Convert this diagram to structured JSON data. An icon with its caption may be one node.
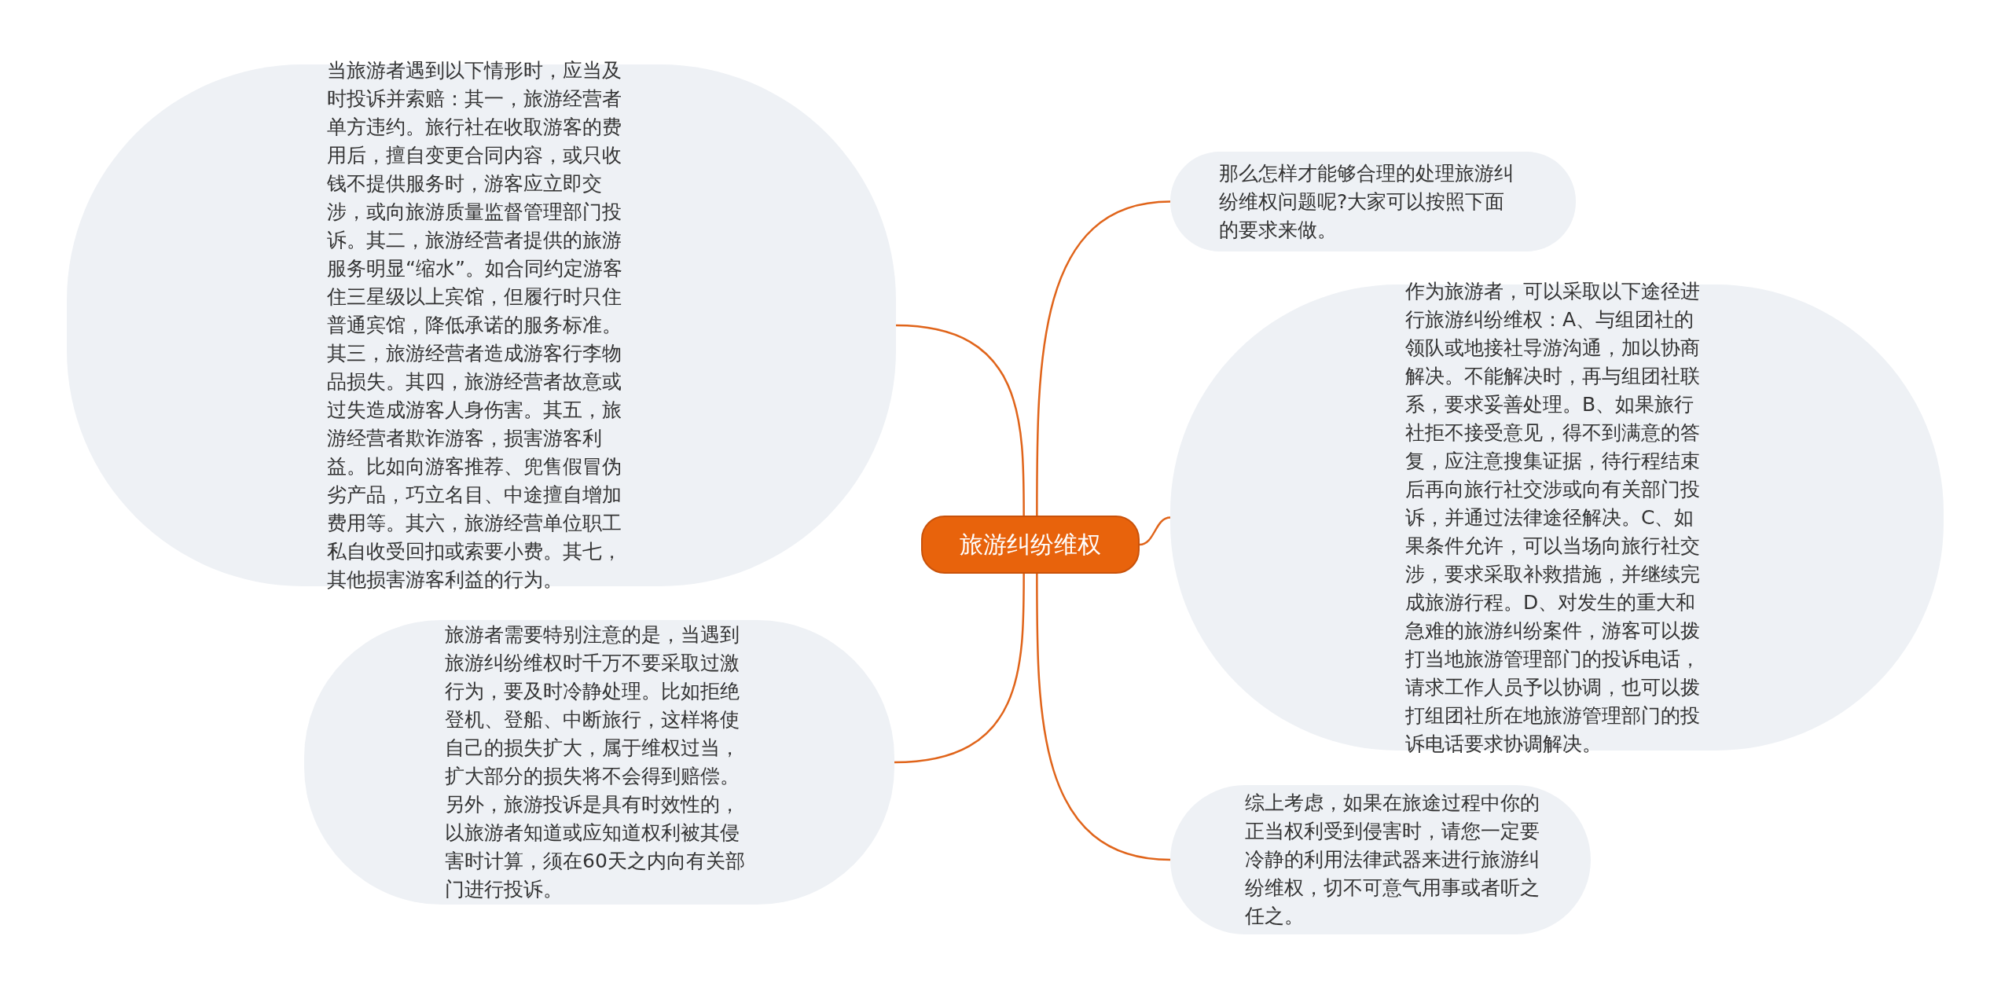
{
  "diagram": {
    "nodes": [
      {
        "text": [
          "旅游纠纷维权"
        ]
      },
      {
        "text": [
          "当旅游者遇到以下情形时，应当及时投诉并索赔：其一，旅游经营者单方违约。旅行社在收取游客的费用后，擅自变更合同内容，或只收钱不提供服务时，游客应立即交涉，或向旅游质量监督管理部门投诉。其二，旅游经营者提供的旅游服务明显“缩水”。如合同约定游客住三星级以上宾馆，但履行时只住普通宾馆，降低承诺的服务标准。其三，旅游经营者造成游客行李物品损失。其四，旅游经营者故意或过失造成游客人身伤害。其五，旅游经营者欺诈游客，损害游客利益。比如向游客推荐、兜售假冒伪劣产品，巧立名目、中途擅自增加费用等。其六，旅游经营单位职工私自收受回扣或索要小费。其七，其他损害游客利益的行为。"
        ]
      },
      {
        "text": [
          "旅游者需要特别注意的是，当遇到旅游纠纷维权时千万不要采取过激行为，要及时冷静处理。比如拒绝登机、登船、中断旅行，这样将使自己的损失扩大，属于维权过当，扩大部分的损失将不会得到赔偿。另外，旅游投诉是具有时效性的，以旅游者知道或应知道权利被其侵害时计算，须在60天之内向有关部门进行投诉。"
        ]
      },
      {
        "text": [
          "那么怎样才能够合理的处理旅游纠纷维权问题呢?大家可以按照下面的要求来做。"
        ]
      },
      {
        "text": [
          "作为旅游者，可以采取以下途径进行旅游纠纷维权：A、与组团社的领队或地接社导游沟通，加以协商解决。不能解决时，再与组团社联系，要求妥善处理。B、如果旅行社拒不接受意见，得不到满意的答复，应注意搜集证据，待行程结束后再向旅行社交涉或向有关部门投诉，并通过法律途径解决。C、如果条件允许，可以当场向旅行社交涉，要求采取补救措施，并继续完成旅游行程。D、对发生的重大和急难的旅游纠纷案件，游客可以拨打当地旅游管理部门的投诉电话，请求工作人员予以协调，也可以拨打组团社所在地旅游管理部门的投诉电话要求协调解决。"
        ]
      },
      {
        "text": [
          "综上考虑，如果在旅途过程中你的正当权利受到侵害时，请您一定要冷静的利用法律武器来进行旅游纠纷维权，切不可意气用事或者听之任之。"
        ]
      }
    ],
    "edges": [
      {
        "from": 0,
        "to": 1,
        "arrow": "none"
      },
      {
        "from": 0,
        "to": 2,
        "arrow": "none"
      },
      {
        "from": 0,
        "to": 3,
        "arrow": "none"
      },
      {
        "from": 0,
        "to": 4,
        "arrow": "none"
      },
      {
        "from": 0,
        "to": 5,
        "arrow": "none"
      }
    ]
  }
}
